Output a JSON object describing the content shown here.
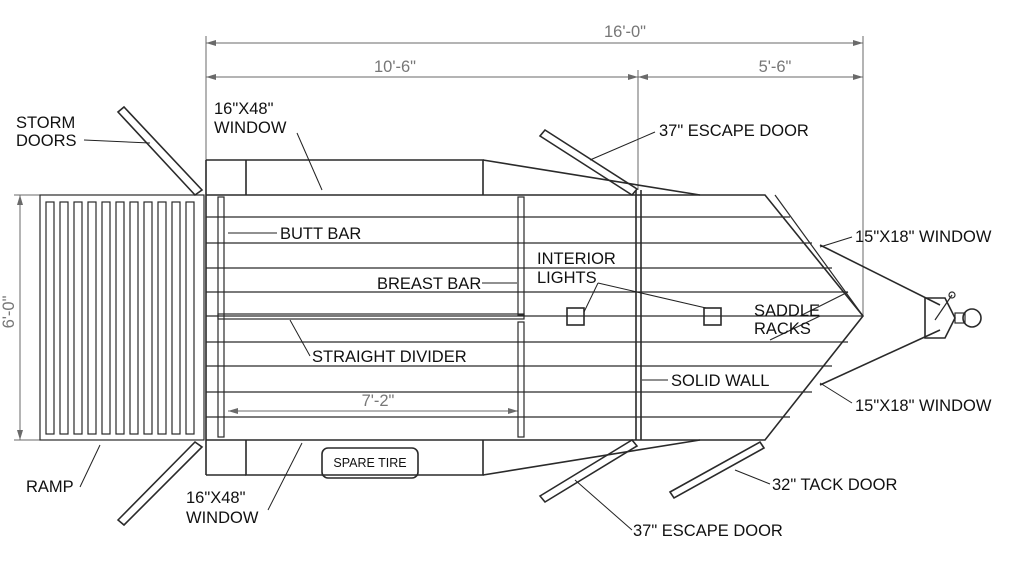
{
  "dimensions": {
    "overall_length": "16'-0\"",
    "living_length": "10'-6\"",
    "nose_length": "5'-6\"",
    "width": "6'-0\"",
    "stall_length": "7'-2\""
  },
  "labels": {
    "storm_doors_line1": "STORM",
    "storm_doors_line2": "DOORS",
    "window_top_line1": "16\"X48\"",
    "window_top_line2": "WINDOW",
    "escape_door_top": "37\" ESCAPE DOOR",
    "butt_bar": "BUTT BAR",
    "breast_bar": "BREAST BAR",
    "interior_lights_line1": "INTERIOR",
    "interior_lights_line2": "LIGHTS",
    "window_nose_top": "15\"X18\" WINDOW",
    "saddle_racks_line1": "SADDLE",
    "saddle_racks_line2": "RACKS",
    "straight_divider": "STRAIGHT DIVIDER",
    "solid_wall": "SOLID WALL",
    "window_nose_bottom": "15\"X18\" WINDOW",
    "ramp": "RAMP",
    "spare_tire": "SPARE TIRE",
    "window_bottom_line1": "16\"X48\"",
    "window_bottom_line2": "WINDOW",
    "tack_door": "32\" TACK DOOR",
    "escape_door_bottom": "37\" ESCAPE DOOR"
  }
}
